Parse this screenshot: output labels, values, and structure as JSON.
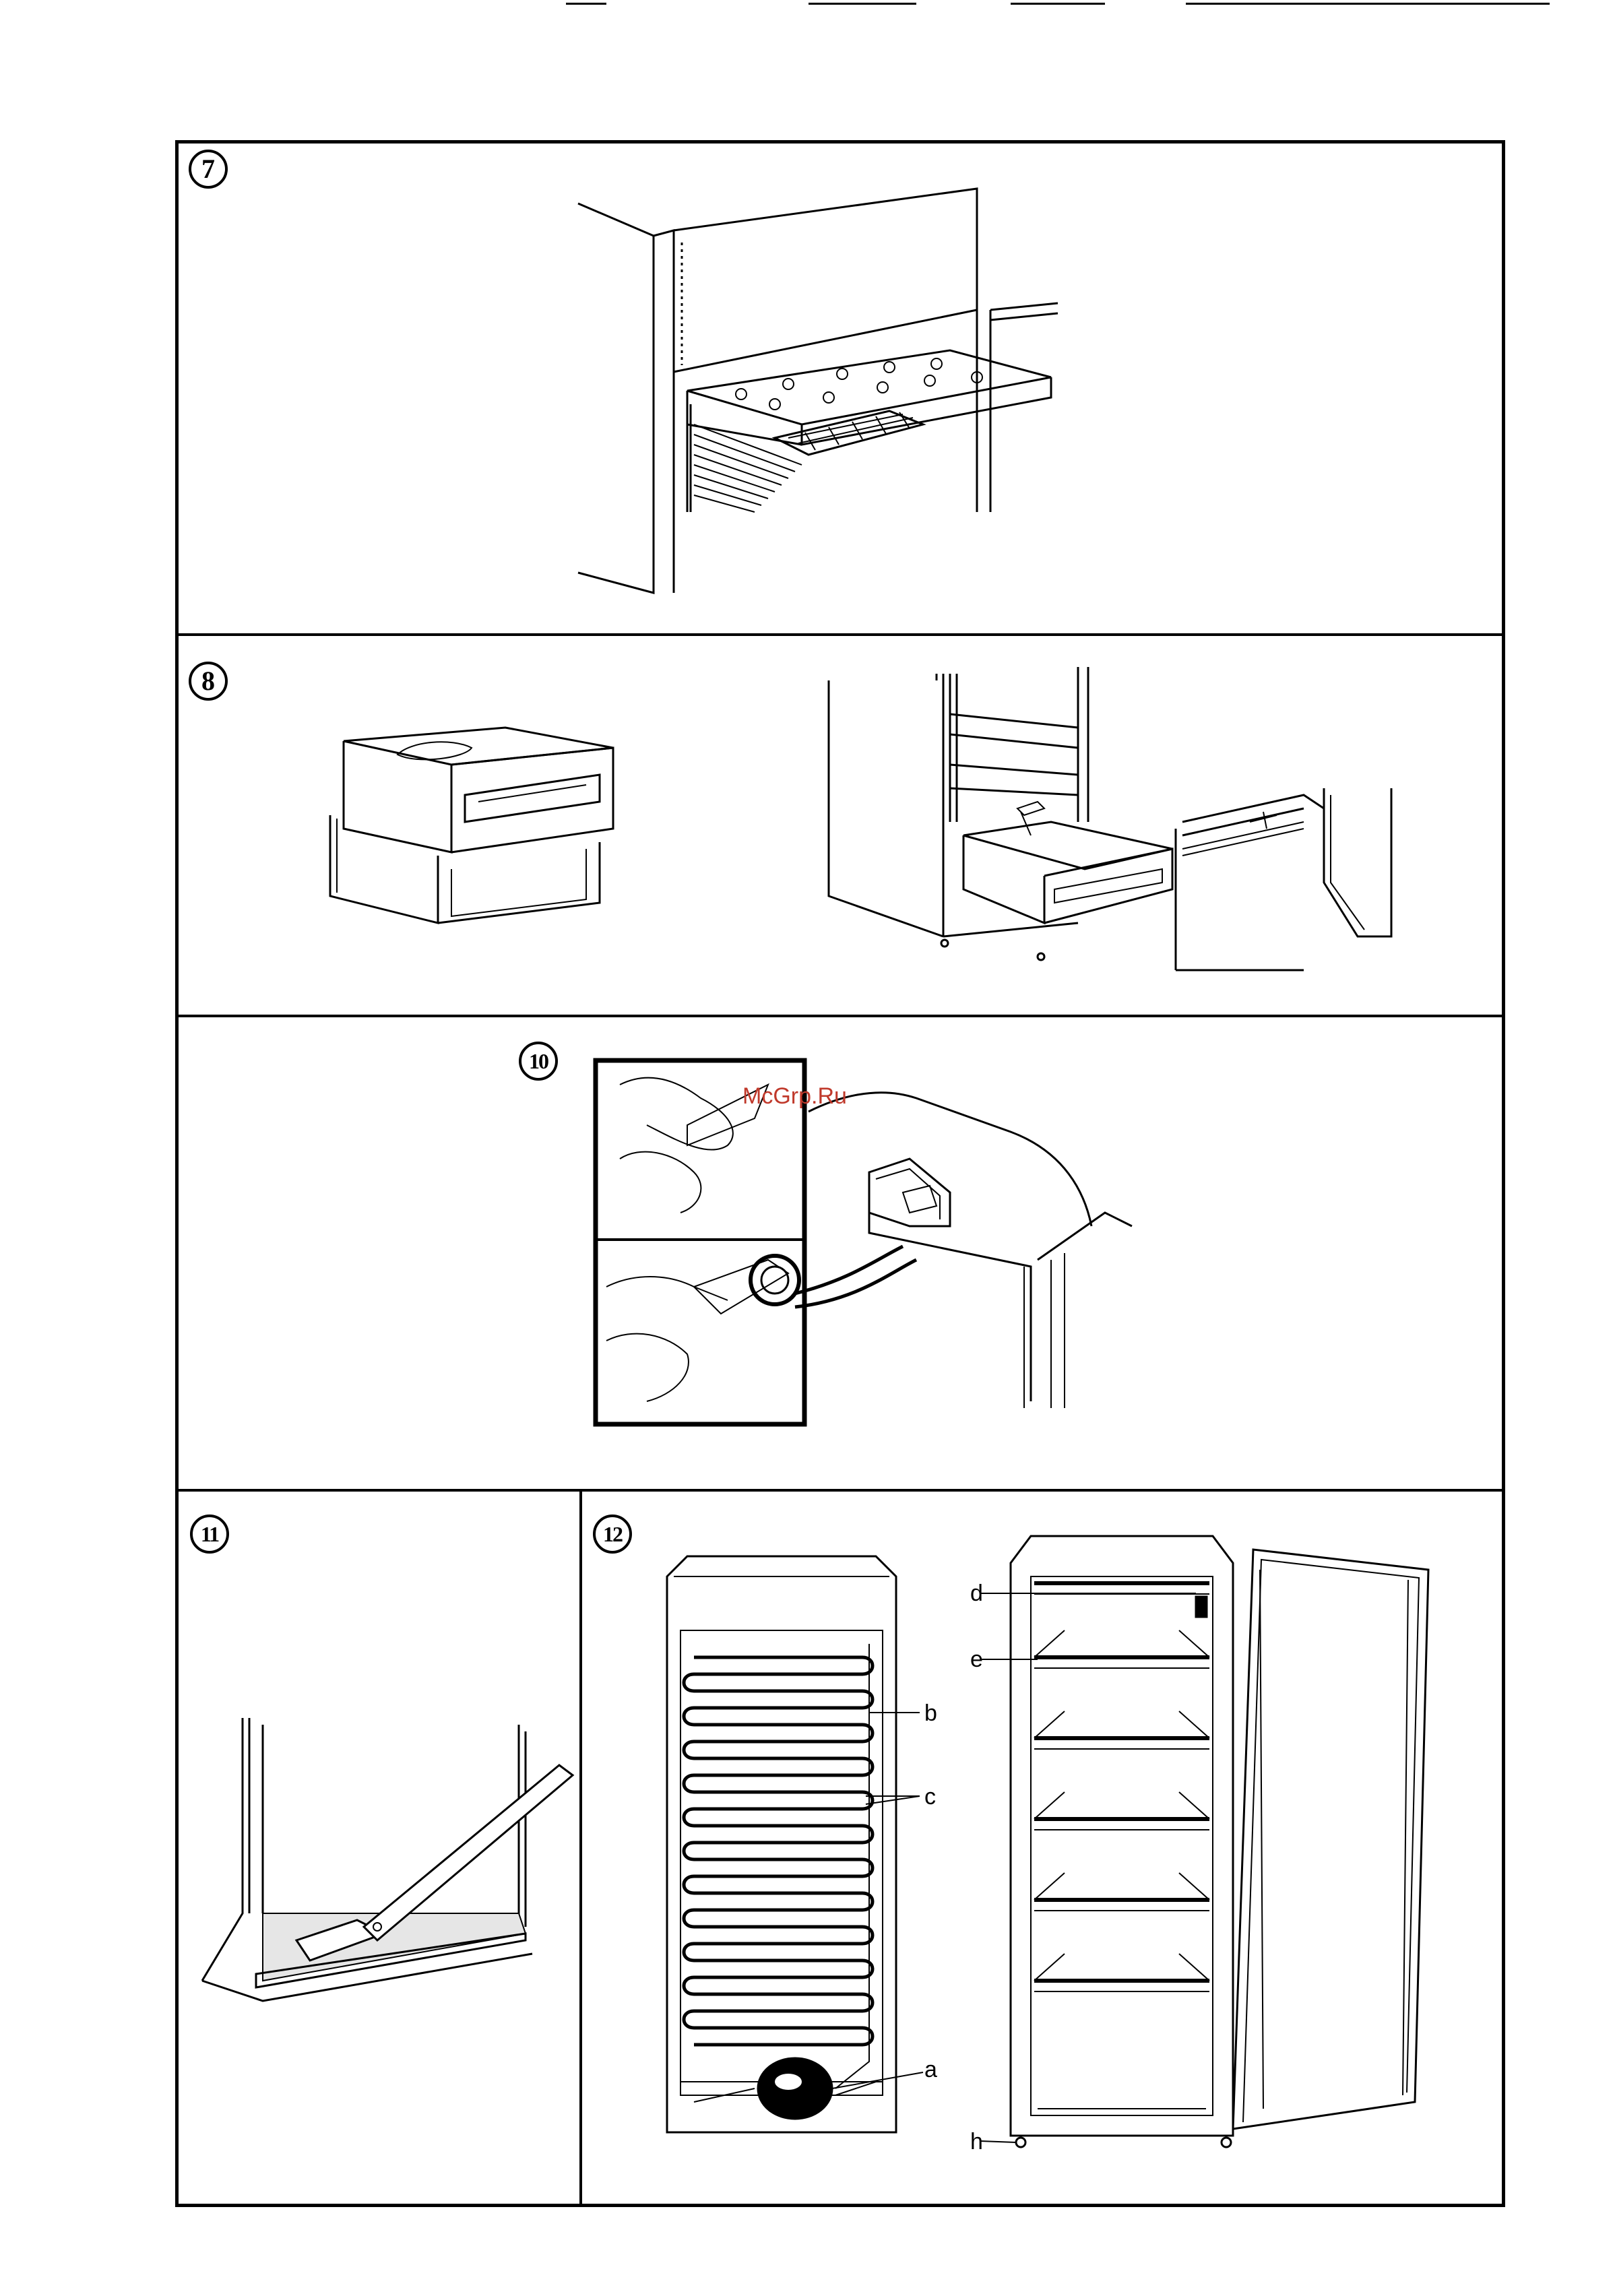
{
  "figures": {
    "fig7": {
      "number": "7"
    },
    "fig8": {
      "number": "8"
    },
    "fig10": {
      "number": "10"
    },
    "fig11": {
      "number": "11"
    },
    "fig12": {
      "number": "12",
      "labels": {
        "a": "a",
        "b": "b",
        "c": "c",
        "d": "d",
        "e": "e",
        "h": "h"
      }
    }
  },
  "watermark": "McGrp.Ru",
  "colors": {
    "line": "#000000",
    "background": "#ffffff",
    "watermark": "#c0392b"
  }
}
